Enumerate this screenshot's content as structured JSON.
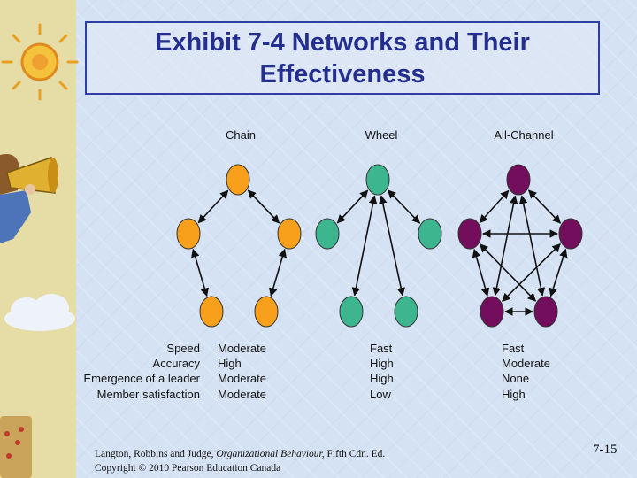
{
  "title": "Exhibit 7-4 Networks and Their Effectiveness",
  "networks": {
    "chain": {
      "label": "Chain",
      "values": [
        "Moderate",
        "High",
        "Moderate",
        "Moderate"
      ]
    },
    "wheel": {
      "label": "Wheel",
      "values": [
        "Fast",
        "High",
        "High",
        "Low"
      ]
    },
    "all_channel": {
      "label": "All-Channel",
      "values": [
        "Fast",
        "Moderate",
        "None",
        "High"
      ]
    }
  },
  "criteria": [
    "Speed",
    "Accuracy",
    "Emergence of a leader",
    "Member satisfaction"
  ],
  "citation": {
    "line1_pre": "Langton, Robbins and Judge, ",
    "line1_italic": "Organizational Behaviour,",
    "line1_post": " Fifth Cdn. Ed.",
    "line2": "Copyright © 2010 Pearson Education Canada"
  },
  "slide_number": "7-15",
  "colors": {
    "chain_node": "#f8a01c",
    "wheel_node": "#3db58f",
    "all_channel_node": "#720e5c",
    "title_text": "#232e8e",
    "title_border": "#2f3ea3"
  }
}
